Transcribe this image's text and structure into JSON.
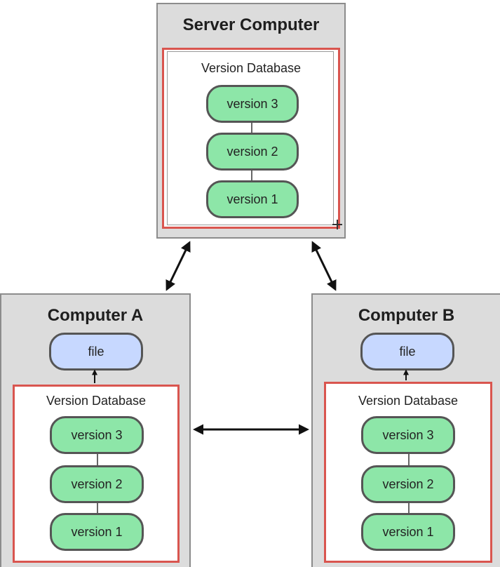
{
  "server": {
    "title": "Server Computer",
    "database_label": "Version Database",
    "versions": [
      "version 3",
      "version 2",
      "version 1"
    ]
  },
  "computer_a": {
    "title": "Computer A",
    "file_label": "file",
    "database_label": "Version Database",
    "versions": [
      "version 3",
      "version 2",
      "version 1"
    ]
  },
  "computer_b": {
    "title": "Computer B",
    "file_label": "file",
    "database_label": "Version Database",
    "versions": [
      "version 3",
      "version 2",
      "version 1"
    ]
  },
  "colors": {
    "version_fill": "#8de6a8",
    "file_fill": "#c7d8ff",
    "highlight_border": "#d9554f",
    "computer_fill": "#dcdcdc"
  }
}
